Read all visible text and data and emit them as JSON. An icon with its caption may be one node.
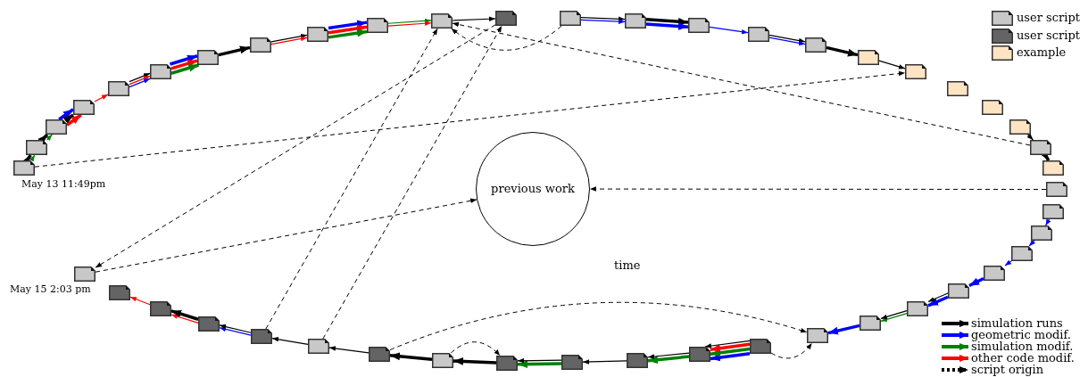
{
  "diagram": {
    "nodes": [
      {
        "text": [],
        "shape": "document",
        "beside": [
          "May 13 11:49pm"
        ]
      },
      {
        "text": [],
        "shape": "document"
      },
      {
        "text": [],
        "shape": "document"
      },
      {
        "text": [],
        "shape": "document"
      },
      {
        "text": [],
        "shape": "document"
      },
      {
        "text": [],
        "shape": "document"
      },
      {
        "text": [],
        "shape": "document"
      },
      {
        "text": [],
        "shape": "document"
      },
      {
        "text": [],
        "shape": "document"
      },
      {
        "text": [],
        "shape": "document"
      },
      {
        "text": [],
        "shape": "document"
      },
      {
        "text": [],
        "shape": "document"
      },
      {
        "text": [],
        "shape": "document"
      },
      {
        "text": [],
        "shape": "document"
      },
      {
        "text": [],
        "shape": "document"
      },
      {
        "text": [],
        "shape": "document"
      },
      {
        "text": [],
        "shape": "document"
      },
      {
        "text": [],
        "shape": "document"
      },
      {
        "text": [],
        "shape": "document"
      },
      {
        "text": [],
        "shape": "document"
      },
      {
        "text": [],
        "shape": "document"
      },
      {
        "text": [],
        "shape": "document"
      },
      {
        "text": [],
        "shape": "document"
      },
      {
        "text": [],
        "shape": "document"
      },
      {
        "text": [],
        "shape": "document"
      },
      {
        "text": [],
        "shape": "document"
      },
      {
        "text": [],
        "shape": "document"
      },
      {
        "text": [],
        "shape": "document"
      },
      {
        "text": [],
        "shape": "document"
      },
      {
        "text": [],
        "shape": "document"
      },
      {
        "text": [],
        "shape": "document"
      },
      {
        "text": [],
        "shape": "document"
      },
      {
        "text": [],
        "shape": "document"
      },
      {
        "text": [],
        "shape": "document"
      },
      {
        "text": [],
        "shape": "document"
      },
      {
        "text": [],
        "shape": "document"
      },
      {
        "text": [],
        "shape": "document"
      },
      {
        "text": [],
        "shape": "document"
      },
      {
        "text": [],
        "shape": "document"
      },
      {
        "text": [],
        "shape": "document"
      },
      {
        "text": [],
        "shape": "document"
      },
      {
        "text": [],
        "shape": "document"
      },
      {
        "text": [],
        "shape": "document"
      },
      {
        "text": [],
        "shape": "document"
      },
      {
        "text": [],
        "shape": "document"
      },
      {
        "text": [],
        "shape": "document",
        "beside": [
          "May 15 2:03 pm"
        ]
      },
      {
        "text": [
          "previous work"
        ]
      }
    ],
    "edges": [
      {
        "from": 0,
        "to": 1,
        "arrow": "to",
        "style": "thick"
      },
      {
        "from": 0,
        "to": 1,
        "arrow": "to",
        "color": "#008000"
      },
      {
        "from": 1,
        "to": 2,
        "arrow": "to",
        "style": "thick"
      },
      {
        "from": 1,
        "to": 2,
        "arrow": "to",
        "color": "#008000"
      },
      {
        "from": 2,
        "to": 3,
        "arrow": "to",
        "style": "thick",
        "color": "#0000ff"
      },
      {
        "from": 2,
        "to": 3,
        "arrow": "to",
        "style": "thick"
      },
      {
        "from": 2,
        "to": 3,
        "arrow": "to",
        "style": "thick",
        "color": "#ff0000"
      },
      {
        "from": 3,
        "to": 4,
        "arrow": "to",
        "color": "#ff0000"
      },
      {
        "from": 4,
        "to": 5,
        "arrow": "to"
      },
      {
        "from": 4,
        "to": 5,
        "arrow": "to",
        "color": "#ff0000"
      },
      {
        "from": 4,
        "to": 5,
        "arrow": "to",
        "color": "#0000ff"
      },
      {
        "from": 5,
        "to": 6,
        "arrow": "to",
        "style": "thick",
        "color": "#0000ff"
      },
      {
        "from": 5,
        "to": 6,
        "arrow": "to",
        "style": "thick",
        "color": "#ff0000"
      },
      {
        "from": 5,
        "to": 6,
        "arrow": "to",
        "style": "thick",
        "color": "#008000"
      },
      {
        "from": 6,
        "to": 7,
        "arrow": "to",
        "style": "thick"
      },
      {
        "from": 7,
        "to": 8,
        "arrow": "to"
      },
      {
        "from": 7,
        "to": 8,
        "arrow": "to",
        "color": "#ff0000"
      },
      {
        "from": 8,
        "to": 9,
        "arrow": "to",
        "style": "thick",
        "color": "#0000ff"
      },
      {
        "from": 8,
        "to": 9,
        "arrow": "to",
        "style": "thick",
        "color": "#ff0000"
      },
      {
        "from": 8,
        "to": 9,
        "arrow": "to",
        "style": "thick",
        "color": "#008000"
      },
      {
        "from": 9,
        "to": 10,
        "arrow": "to",
        "color": "#008000"
      },
      {
        "from": 9,
        "to": 10,
        "arrow": "to",
        "color": "#ff0000"
      },
      {
        "from": 10,
        "to": 11,
        "arrow": "to"
      },
      {
        "from": 12,
        "to": 13,
        "arrow": "to"
      },
      {
        "from": 12,
        "to": 13,
        "arrow": "to",
        "color": "#0000ff"
      },
      {
        "from": 13,
        "to": 14,
        "arrow": "to",
        "style": "thick"
      },
      {
        "from": 13,
        "to": 14,
        "arrow": "to",
        "style": "thick",
        "color": "#0000ff"
      },
      {
        "from": 14,
        "to": 15,
        "arrow": "to",
        "color": "#0000ff"
      },
      {
        "from": 15,
        "to": 16,
        "arrow": "to"
      },
      {
        "from": 15,
        "to": 16,
        "arrow": "to",
        "color": "#0000ff"
      },
      {
        "from": 16,
        "to": 17,
        "arrow": "to",
        "style": "thick"
      },
      {
        "from": 17,
        "to": 18,
        "arrow": "to"
      },
      {
        "from": 21,
        "to": 22,
        "arrow": "to"
      },
      {
        "from": 22,
        "to": 23,
        "arrow": "to",
        "style": "thick"
      },
      {
        "from": 25,
        "to": 26,
        "arrow": "to",
        "color": "#0000ff"
      },
      {
        "from": 26,
        "to": 27,
        "arrow": "to",
        "color": "#0000ff"
      },
      {
        "from": 27,
        "to": 28,
        "arrow": "to",
        "color": "#0000ff"
      },
      {
        "from": 28,
        "to": 29,
        "arrow": "to",
        "style": "thick",
        "color": "#0000ff"
      },
      {
        "from": 29,
        "to": 30,
        "arrow": "to",
        "style": "thick",
        "color": "#0000ff"
      },
      {
        "from": 29,
        "to": 30,
        "arrow": "to"
      },
      {
        "from": 30,
        "to": 31,
        "arrow": "to",
        "color": "#008000"
      },
      {
        "from": 30,
        "to": 31,
        "arrow": "to"
      },
      {
        "from": 31,
        "to": 32,
        "arrow": "to",
        "style": "thick",
        "color": "#0000ff"
      },
      {
        "from": 33,
        "to": 34,
        "arrow": "to",
        "style": "thick",
        "color": "#0000ff"
      },
      {
        "from": 33,
        "to": 34,
        "arrow": "to",
        "style": "thick",
        "color": "#008000"
      },
      {
        "from": 33,
        "to": 34,
        "arrow": "to",
        "style": "thick",
        "color": "#ff0000"
      },
      {
        "from": 33,
        "to": 34,
        "arrow": "to"
      },
      {
        "from": 34,
        "to": 35,
        "arrow": "to",
        "style": "thick",
        "color": "#008000"
      },
      {
        "from": 34,
        "to": 35,
        "arrow": "to"
      },
      {
        "from": 35,
        "to": 36,
        "arrow": "to"
      },
      {
        "from": 36,
        "to": 37,
        "arrow": "to",
        "style": "thick",
        "color": "#008000"
      },
      {
        "from": 36,
        "to": 37,
        "arrow": "to"
      },
      {
        "from": 37,
        "to": 38,
        "arrow": "to",
        "style": "thick"
      },
      {
        "from": 38,
        "to": 39,
        "arrow": "to",
        "style": "thick"
      },
      {
        "from": 39,
        "to": 40,
        "arrow": "to"
      },
      {
        "from": 40,
        "to": 41,
        "arrow": "to"
      },
      {
        "from": 41,
        "to": 42,
        "arrow": "to",
        "color": "#0000ff"
      },
      {
        "from": 41,
        "to": 42,
        "arrow": "to"
      },
      {
        "from": 42,
        "to": 43,
        "arrow": "to",
        "color": "#ff0000"
      },
      {
        "from": 42,
        "to": 43,
        "arrow": "to",
        "style": "thick"
      },
      {
        "from": 43,
        "to": 44,
        "arrow": "to",
        "color": "#ff0000"
      },
      {
        "from": 0,
        "to": 18,
        "arrow": "to",
        "style": "dashed"
      },
      {
        "from": 12,
        "to": 10,
        "arrow": "to",
        "style": "dashed"
      },
      {
        "from": 22,
        "to": 10,
        "arrow": "to",
        "style": "dashed"
      },
      {
        "from": 24,
        "to": 46,
        "arrow": "to",
        "style": "dashed"
      },
      {
        "from": 45,
        "to": 46,
        "arrow": "to",
        "style": "dashed"
      },
      {
        "from": 11,
        "to": 45,
        "arrow": "to",
        "style": "dashed"
      },
      {
        "from": 41,
        "to": 10,
        "arrow": "to",
        "style": "dashed"
      },
      {
        "from": 40,
        "to": 11,
        "arrow": "to",
        "style": "dashed"
      },
      {
        "from": 33,
        "to": 32,
        "arrow": "to",
        "style": "dashed"
      },
      {
        "from": 39,
        "to": 32,
        "arrow": "to",
        "style": "dashed"
      },
      {
        "from": 38,
        "to": 37,
        "arrow": "to",
        "style": "dashed"
      }
    ],
    "labels": [
      "time"
    ],
    "legend": [
      {
        "text": "user script",
        "color": "#c8c8c8"
      },
      {
        "text": "user script",
        "color": "#646464"
      },
      {
        "text": "example",
        "color": "#ffe4c4"
      },
      {
        "text": "simulation runs"
      },
      {
        "text": "geometric modif."
      },
      {
        "text": "simulation modif."
      },
      {
        "text": "other code modif."
      },
      {
        "text": "script origin"
      }
    ]
  }
}
